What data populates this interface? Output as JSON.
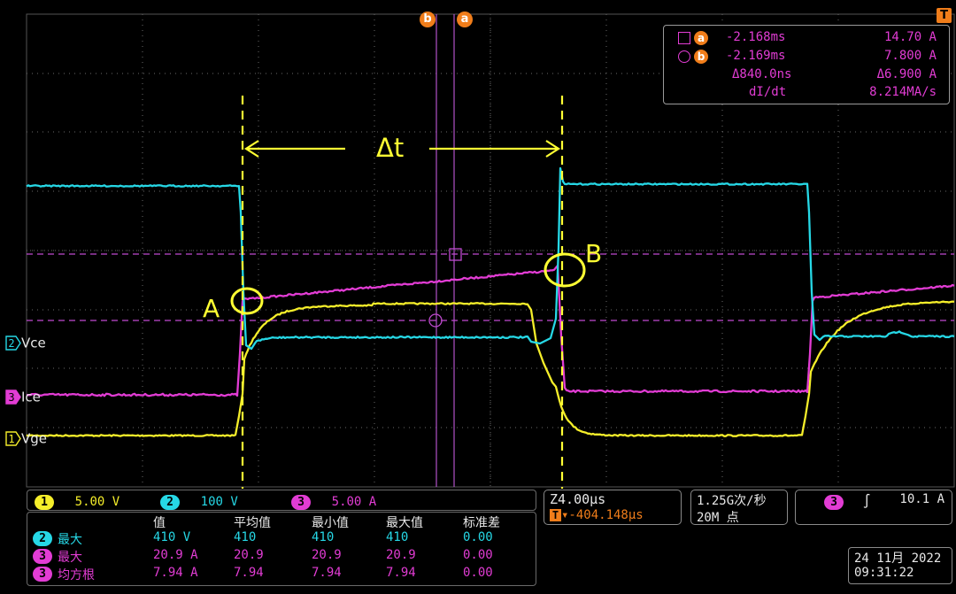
{
  "colors": {
    "ch1": "#f5ee2a",
    "ch2": "#26d8e6",
    "ch3": "#e23cd4",
    "grid": "#6a6a6a",
    "cursor": "#b052c8",
    "trigger": "#f07d1a",
    "annotation": "#ffff33"
  },
  "cursors": {
    "a_label": "a",
    "b_label": "b"
  },
  "trigger_marker": "T",
  "readout": {
    "a_time": "-2.168ms",
    "a_value": "14.70 A",
    "b_time": "-2.169ms",
    "b_value": "7.800 A",
    "delta_time": "Δ840.0ns",
    "delta_value": "Δ6.900 A",
    "rate_label": "dI/dt",
    "rate_value": "8.214MA/s"
  },
  "annotations": {
    "delta_t": "Δt",
    "point_a": "A",
    "point_b": "B"
  },
  "channel_labels": [
    {
      "num": "2",
      "name": "Vce"
    },
    {
      "num": "3",
      "name": "Ice"
    },
    {
      "num": "1",
      "name": "Vge"
    }
  ],
  "scales": [
    {
      "num": "1",
      "value": "5.00 V"
    },
    {
      "num": "2",
      "value": "100 V"
    },
    {
      "num": "3",
      "value": "5.00 A"
    }
  ],
  "timebase": {
    "symbol": "Z",
    "per_div": "4.00μs",
    "trig_symbol": "T",
    "position": "▾-404.148μs"
  },
  "sampling": {
    "rate": "1.25G次/秒",
    "points": "20M 点"
  },
  "trigger": {
    "channel": "3",
    "slope": "∫",
    "level": "10.1 A"
  },
  "measurements": {
    "headers": [
      "值",
      "平均值",
      "最小值",
      "最大值",
      "标准差"
    ],
    "rows": [
      {
        "ch": "2",
        "name": "最大",
        "value": "410 V",
        "mean": "410",
        "min": "410",
        "max": "410",
        "std": "0.00"
      },
      {
        "ch": "3",
        "name": "最大",
        "value": "20.9 A",
        "mean": "20.9",
        "min": "20.9",
        "max": "20.9",
        "std": "0.00"
      },
      {
        "ch": "3",
        "name": "均方根",
        "value": "7.94 A",
        "mean": "7.94",
        "min": "7.94",
        "max": "7.94",
        "std": "0.00"
      }
    ]
  },
  "datetime": {
    "date": "24 11月 2022",
    "time": "09:31:22"
  }
}
